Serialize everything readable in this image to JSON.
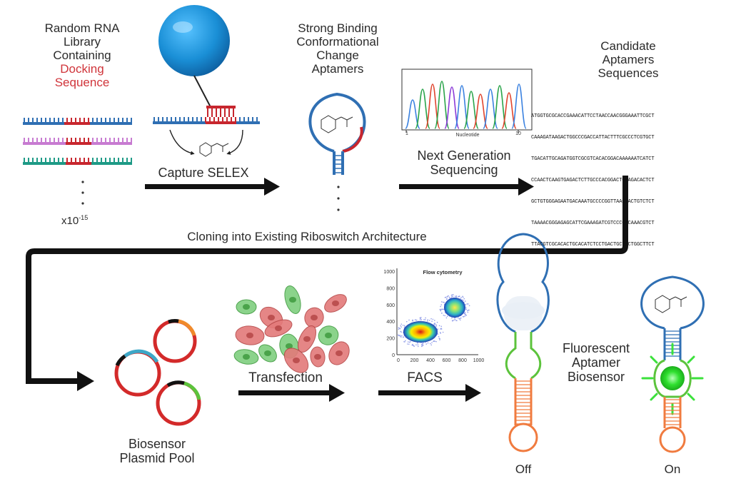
{
  "library": {
    "title_lines": [
      "Random RNA",
      "Library",
      "Containing"
    ],
    "highlight_lines": [
      "Docking",
      "Sequence"
    ],
    "count_base": "x10",
    "count_exp": "-15"
  },
  "capture": {
    "label": "Capture SELEX"
  },
  "binding": {
    "title_lines": [
      "Strong Binding",
      "Conformational",
      "Change",
      "Aptamers"
    ]
  },
  "ngs": {
    "label_lines": [
      "Next Generation",
      "Sequencing"
    ],
    "axis_label": "Nucleotide",
    "tick_start": "1",
    "tick_end": "10"
  },
  "candidates": {
    "title_lines": [
      "Candidate",
      "Aptamers",
      "Sequences"
    ],
    "sequences": [
      "ATGGTGCGCACCGAAACATTCCTAACCAACGGGAAATTCGCT",
      "CAAAGATAAGACTGGCCCGACCATTACTTTCGCCCTCGTGCT",
      "TGACATTGCAGATGGTCGCGTCACACGGACAAAAAATCATCT",
      "CCAACTCAAGTGAGACTCTTGCCCACGGACTCAAGACACTCT",
      "GCTGTGGGAGAATGACAAATGCCCCGGTTAACTACTGTCTCT",
      "TAAAACGGGAGAGCATTCGAAAGATCGTCCCCACAAACGTCT",
      "TTACGTCGCACACTGCACATCTCCTGACTGCTACTGGCTTCT"
    ]
  },
  "cloning": {
    "label": "Cloning into Existing Riboswitch Architecture"
  },
  "plasmid": {
    "label_lines": [
      "Biosensor",
      "Plasmid Pool"
    ]
  },
  "transfection": {
    "label": "Transfection"
  },
  "facs": {
    "label": "FACS",
    "plot_title": "Flow cytometry",
    "y_ticks": [
      "1000",
      "800",
      "600",
      "400",
      "200",
      "0"
    ],
    "x_ticks": [
      "0",
      "200",
      "400",
      "600",
      "800",
      "1000"
    ]
  },
  "off": {
    "label": "Off"
  },
  "on": {
    "label": "On"
  },
  "biosensor": {
    "label_lines": [
      "Fluorescent",
      "Aptamer",
      "Biosensor"
    ]
  },
  "colors": {
    "rna_blue": "#2f6fb3",
    "rna_red": "#c7262e",
    "rna_purple": "#c77bd1",
    "rna_teal": "#1e9a86",
    "bead": "#1a8fd6",
    "arrow": "#111111",
    "green_glow": "#3be13b",
    "stem_orange": "#f07b3f",
    "stem_green": "#5cc33c"
  }
}
